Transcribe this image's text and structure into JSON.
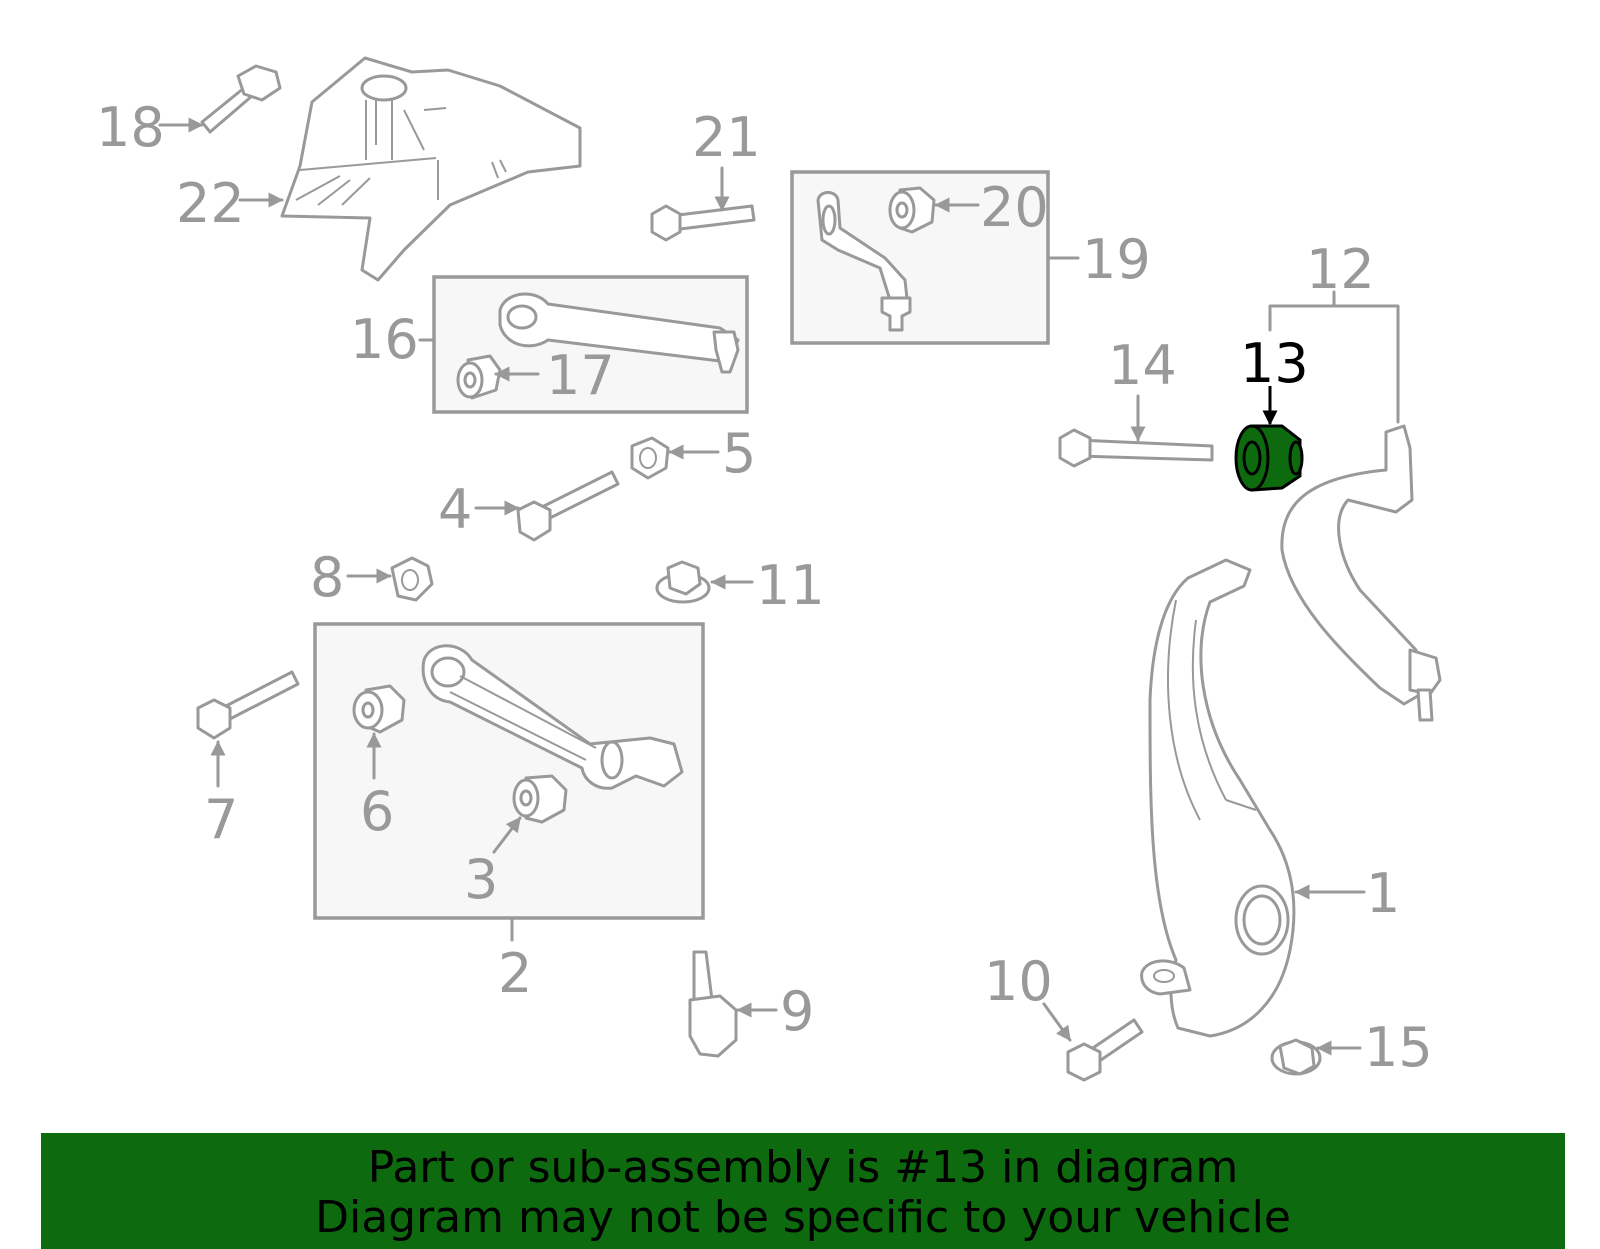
{
  "callouts": {
    "c1": "1",
    "c2": "2",
    "c3": "3",
    "c4": "4",
    "c5": "5",
    "c6": "6",
    "c7": "7",
    "c8": "8",
    "c9": "9",
    "c10": "10",
    "c11": "11",
    "c12": "12",
    "c13": "13",
    "c14": "14",
    "c15": "15",
    "c16": "16",
    "c17": "17",
    "c18": "18",
    "c19": "19",
    "c20": "20",
    "c21": "21",
    "c22": "22"
  },
  "highlighted_part": "13",
  "colors": {
    "highlight": "#0e6a0e",
    "line": "#999999",
    "box_fill": "#f7f7f7",
    "text_highlight": "#000000"
  },
  "banner": {
    "line1": "Part or sub-assembly is #13 in diagram",
    "line2": "Diagram may not be specific to your vehicle"
  }
}
